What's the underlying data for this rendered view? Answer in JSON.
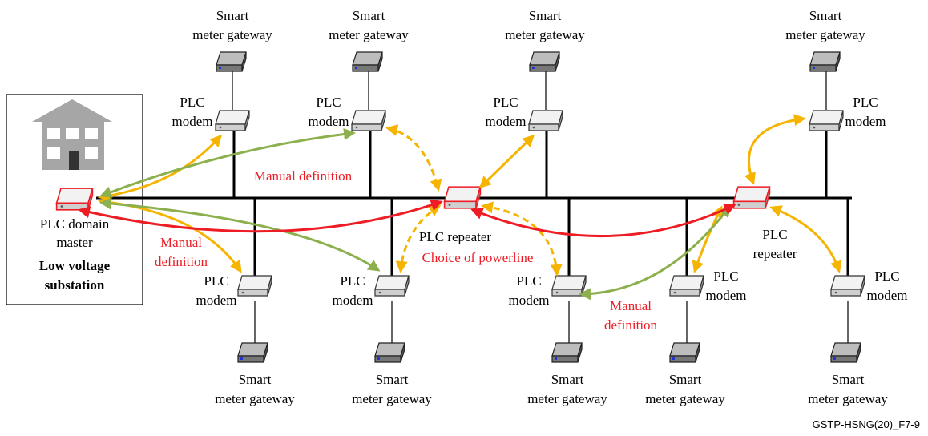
{
  "colors": {
    "bus": "#000000",
    "yellow_link": "#f5b400",
    "green_link": "#8db04e",
    "red_link": "#ee1c25",
    "manual_text": "#ee1c25",
    "device_body": "#dddddd",
    "device_red_outline": "#ee1c25",
    "gateway_body": "#8a8a8a",
    "gateway_led": "#2233cc",
    "building": "#a6a6a6"
  },
  "labels": {
    "smart_meter_line1": "Smart",
    "smart_meter_line2": "meter gateway",
    "plc_modem_line1": "PLC",
    "plc_modem_line2": "modem",
    "domain_master_line1": "PLC domain",
    "domain_master_line2": "master",
    "substation_line1": "Low voltage",
    "substation_line2": "substation",
    "repeater_center": "PLC repeater",
    "repeater_right_line1": "PLC",
    "repeater_right_line2": "repeater",
    "manual_definition": "Manual definition",
    "manual_line1": "Manual",
    "manual_line2": "definition",
    "choice_of_powerline": "Choice of powerline",
    "figure_id": "GSTP-HSNG(20)_F7-9"
  },
  "icons": {
    "device": "plc-device-icon",
    "gateway": "smart-meter-gateway-icon",
    "building": "substation-building-icon"
  }
}
